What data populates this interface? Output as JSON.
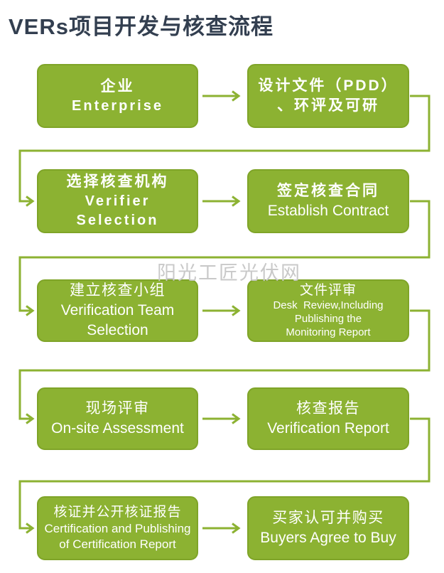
{
  "page": {
    "title": "VERs项目开发与核查流程",
    "watermark": "阳光工匠光伏网"
  },
  "colors": {
    "box_green": "#8CB232",
    "box_border_green": "#7FA428",
    "connector_green": "#8CB232",
    "box_text": "#FFFFFF",
    "title_dark": "#333F50",
    "watermark_gray": "#C9C9C9",
    "background": "#FFFFFF"
  },
  "icons": {
    "arrow_style": "right-arrow"
  },
  "flow": {
    "rows": [
      {
        "left": {
          "lines": [
            "企业",
            "Enterprise"
          ]
        },
        "right": {
          "lines": [
            "设计文件（PDD）",
            "、环评及可研"
          ]
        }
      },
      {
        "left": {
          "lines": [
            "选择核查机构",
            "Verifier Selection"
          ]
        },
        "right": {
          "lines": [
            "签定核查合同",
            "Establish Contract"
          ]
        }
      },
      {
        "left": {
          "lines": [
            "建立核查小组",
            "Verification Team",
            "Selection"
          ]
        },
        "right": {
          "lines": [
            "文件评审",
            "Desk  Review,Including",
            "Publishing the",
            "Monitoring Report"
          ]
        }
      },
      {
        "left": {
          "lines": [
            "现场评审",
            "On-site Assessment"
          ]
        },
        "right": {
          "lines": [
            "核查报告",
            "Verification Report"
          ]
        }
      },
      {
        "left": {
          "lines": [
            "核证并公开核证报告",
            "Certification and Publishing",
            "of Certification Report"
          ]
        },
        "right": {
          "lines": [
            "买家认可并购买",
            "Buyers Agree to Buy"
          ]
        }
      }
    ]
  }
}
